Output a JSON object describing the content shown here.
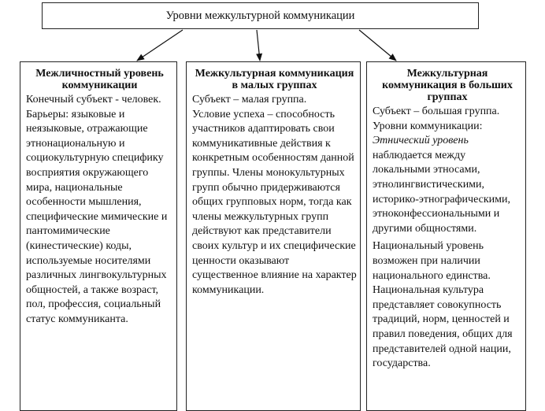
{
  "title": "Уровни межкультурной коммуникации",
  "columns": [
    {
      "title": "Межличностный уровень коммуникации",
      "paragraphs": [
        "Конечный субъект - человек.",
        "Барьеры: языковые и неязыковые, отражающие этнонациональную и социокультурную специфику восприятия окружающего мира, национальные особенности мышления, специфические мимические и пантомимические (кинестические) коды, используемые носителями различных лингвокультурных общностей, а также возраст, пол, профессия, социальный статус коммуниканта."
      ]
    },
    {
      "title": "Межкультурная коммуникация в малых группах",
      "paragraphs": [
        "Субъект – малая группа.",
        "Условие успеха – способность участников адаптировать свои коммуникативные действия к конкретным особенностям данной группы. Члены монокультурных групп обычно придерживаются общих групповых норм, тогда как члены межкультурных групп действуют как представители своих культур и их специфические ценности оказывают существенное влияние на характер коммуникации."
      ]
    },
    {
      "title": "Межкультурная коммуникация в больших группах",
      "subject": "Субъект – большая группа.",
      "levels_label": "Уровни коммуникации:",
      "ethnic_label": "Этнический уровень",
      "ethnic_text": "наблюдается между локальными этносами, этнолингвистическими, историко-этнографическими, этноконфессиональными и другими общностями.",
      "national_1": "Национальный уровень возможен при наличии национального единства.",
      "national_2": "Национальная культура представляет совокупность традиций, норм, ценностей и правил поведения, общих для представителей одной нации, государства."
    }
  ]
}
